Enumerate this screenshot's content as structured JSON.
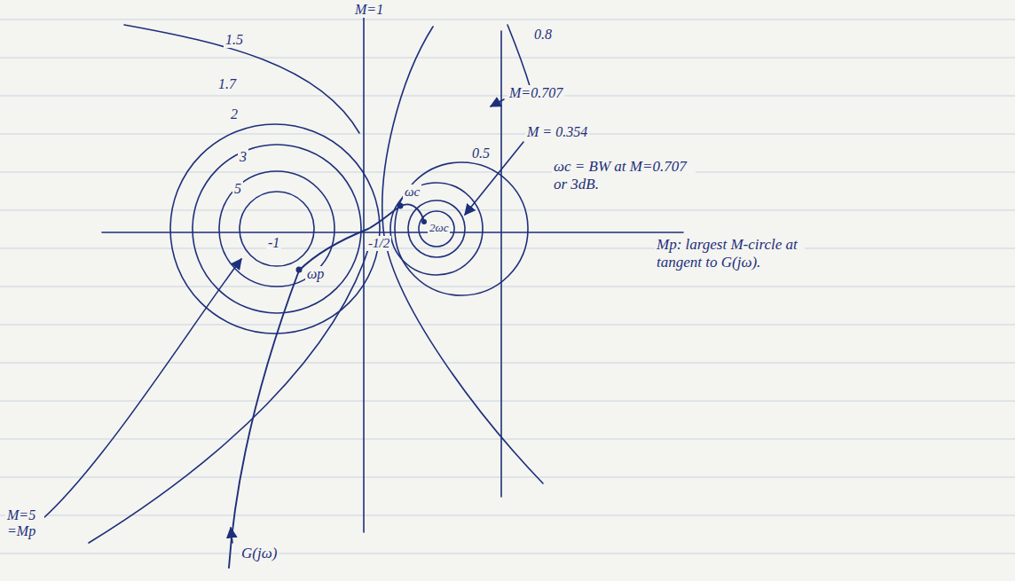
{
  "diagram": {
    "labels": [
      "M=1",
      "1.5",
      "1.7",
      "2",
      "3",
      "5",
      "-1",
      "-1/2",
      "0.8",
      "M=0.707",
      "0.5",
      "M = 0.354",
      "ωc",
      "2ωc",
      "ωc = BW at M=0.707 or 3dB.",
      "Mp: largest M-circle at tangent to G(jω).",
      "ωp",
      "M=5 =Mp",
      "G(jω)"
    ]
  }
}
